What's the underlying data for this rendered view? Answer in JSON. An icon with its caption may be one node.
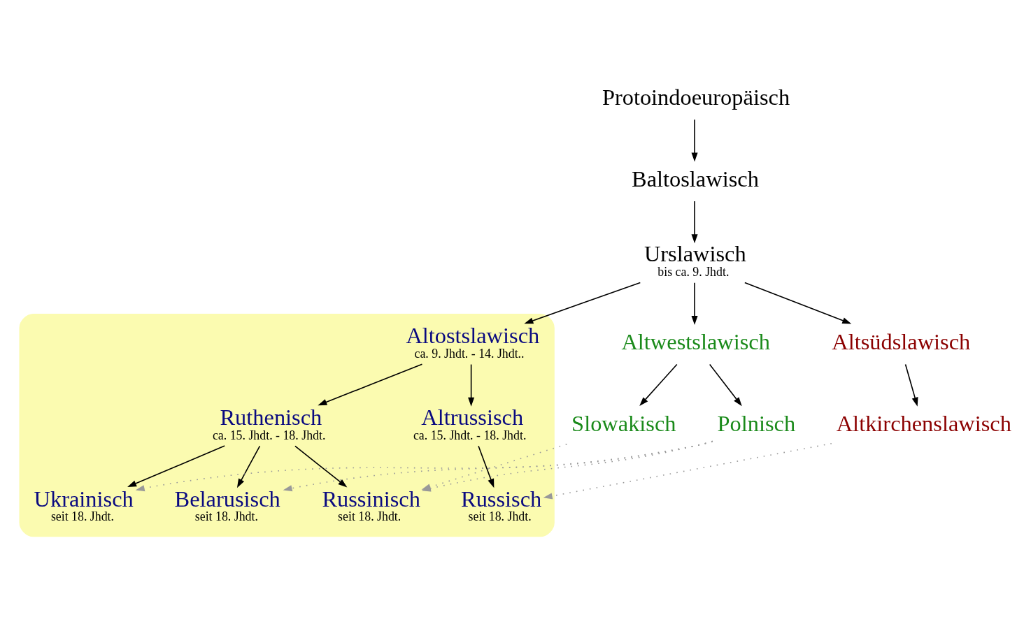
{
  "diagram": {
    "nodes": [
      {
        "text": [
          "Protoindoeuropäisch"
        ]
      },
      {
        "text": [
          "Baltoslawisch"
        ]
      },
      {
        "text": [
          "Urslawisch",
          "bis ca. 9. Jhdt."
        ]
      },
      {
        "text": [
          "Altwestslawisch"
        ]
      },
      {
        "text": [],
        "shape": "cloud"
      },
      {
        "text": [
          "Altostslawisch",
          "ca. 9. Jhdt. - 14. Jhdt.."
        ],
        "in": 4
      },
      {
        "text": [
          "Altsüdslawisch"
        ]
      },
      {
        "text": [
          "Slowakisch"
        ]
      },
      {
        "text": [
          "Polnisch"
        ]
      },
      {
        "text": [
          "Ruthenisch",
          "ca. 15. Jhdt. - 18. Jhdt."
        ],
        "in": 4
      },
      {
        "text": [
          "Altrussisch",
          "ca. 15. Jhdt. - 18. Jhdt."
        ],
        "in": 4
      },
      {
        "text": [
          "Altkirchenslawisch"
        ]
      },
      {
        "text": [
          "Ukrainisch",
          "seit 18. Jhdt."
        ],
        "in": 4
      },
      {
        "text": [
          "Belarusisch",
          "seit 18. Jhdt."
        ],
        "in": 4
      },
      {
        "text": [
          "Russisch",
          "seit 18. Jhdt."
        ],
        "in": 4
      },
      {
        "text": [
          "Russinisch",
          "seit 18. Jhdt."
        ],
        "in": 4
      }
    ],
    "edges": [
      {
        "from": 0,
        "to": 1,
        "arrow": "to"
      },
      {
        "from": 1,
        "to": 2,
        "arrow": "to"
      },
      {
        "from": 2,
        "to": 3,
        "arrow": "to"
      },
      {
        "from": 2,
        "to": 5,
        "arrow": "to"
      },
      {
        "from": 2,
        "to": 6,
        "arrow": "to"
      },
      {
        "from": 3,
        "to": 7,
        "arrow": "to"
      },
      {
        "from": 3,
        "to": 8,
        "arrow": "to"
      },
      {
        "from": 5,
        "to": 9,
        "arrow": "to"
      },
      {
        "from": 5,
        "to": 10,
        "arrow": "to"
      },
      {
        "from": 6,
        "to": 11,
        "arrow": "to"
      },
      {
        "from": 9,
        "to": 12,
        "arrow": "to"
      },
      {
        "from": 9,
        "to": 13,
        "arrow": "to"
      },
      {
        "from": 9,
        "to": 15,
        "arrow": "to"
      },
      {
        "from": 10,
        "to": 14,
        "arrow": "to"
      },
      {
        "from": 8,
        "to": 12,
        "arrow": "to",
        "style": "dashed",
        "color": "#999999"
      },
      {
        "from": 8,
        "to": 13,
        "arrow": "to",
        "style": "dashed",
        "color": "#999999"
      },
      {
        "from": 11,
        "to": 14,
        "arrow": "to",
        "style": "dashed",
        "color": "#999999"
      },
      {
        "from": 7,
        "to": 15,
        "arrow": "to",
        "style": "dashed",
        "color": "#999999"
      },
      {
        "from": 8,
        "to": 15,
        "arrow": "to",
        "style": "dashed",
        "color": "#999999"
      }
    ]
  }
}
